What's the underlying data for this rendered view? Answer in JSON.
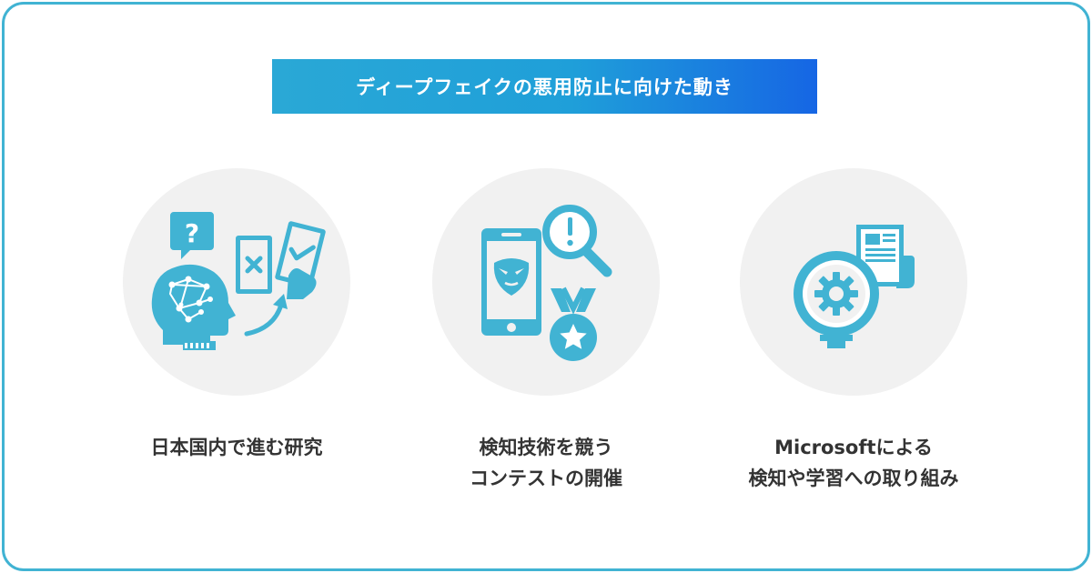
{
  "header": {
    "title": "ディープフェイクの悪用防止に向けた動き"
  },
  "colors": {
    "border": "#41b3d3",
    "icon": "#41b3d3",
    "circle_bg": "#f1f1f1",
    "banner_start": "#2aa8d6",
    "banner_end": "#1666e4",
    "text": "#333333"
  },
  "cards": [
    {
      "icon": "ai-brain-research-icon",
      "caption_lines": [
        "日本国内で進む研究"
      ]
    },
    {
      "icon": "detection-contest-icon",
      "caption_lines": [
        "検知技術を競う",
        "コンテストの開催"
      ]
    },
    {
      "icon": "microsoft-detection-learning-icon",
      "caption_lines": [
        "Microsoftによる",
        "検知や学習への取り組み"
      ]
    }
  ]
}
